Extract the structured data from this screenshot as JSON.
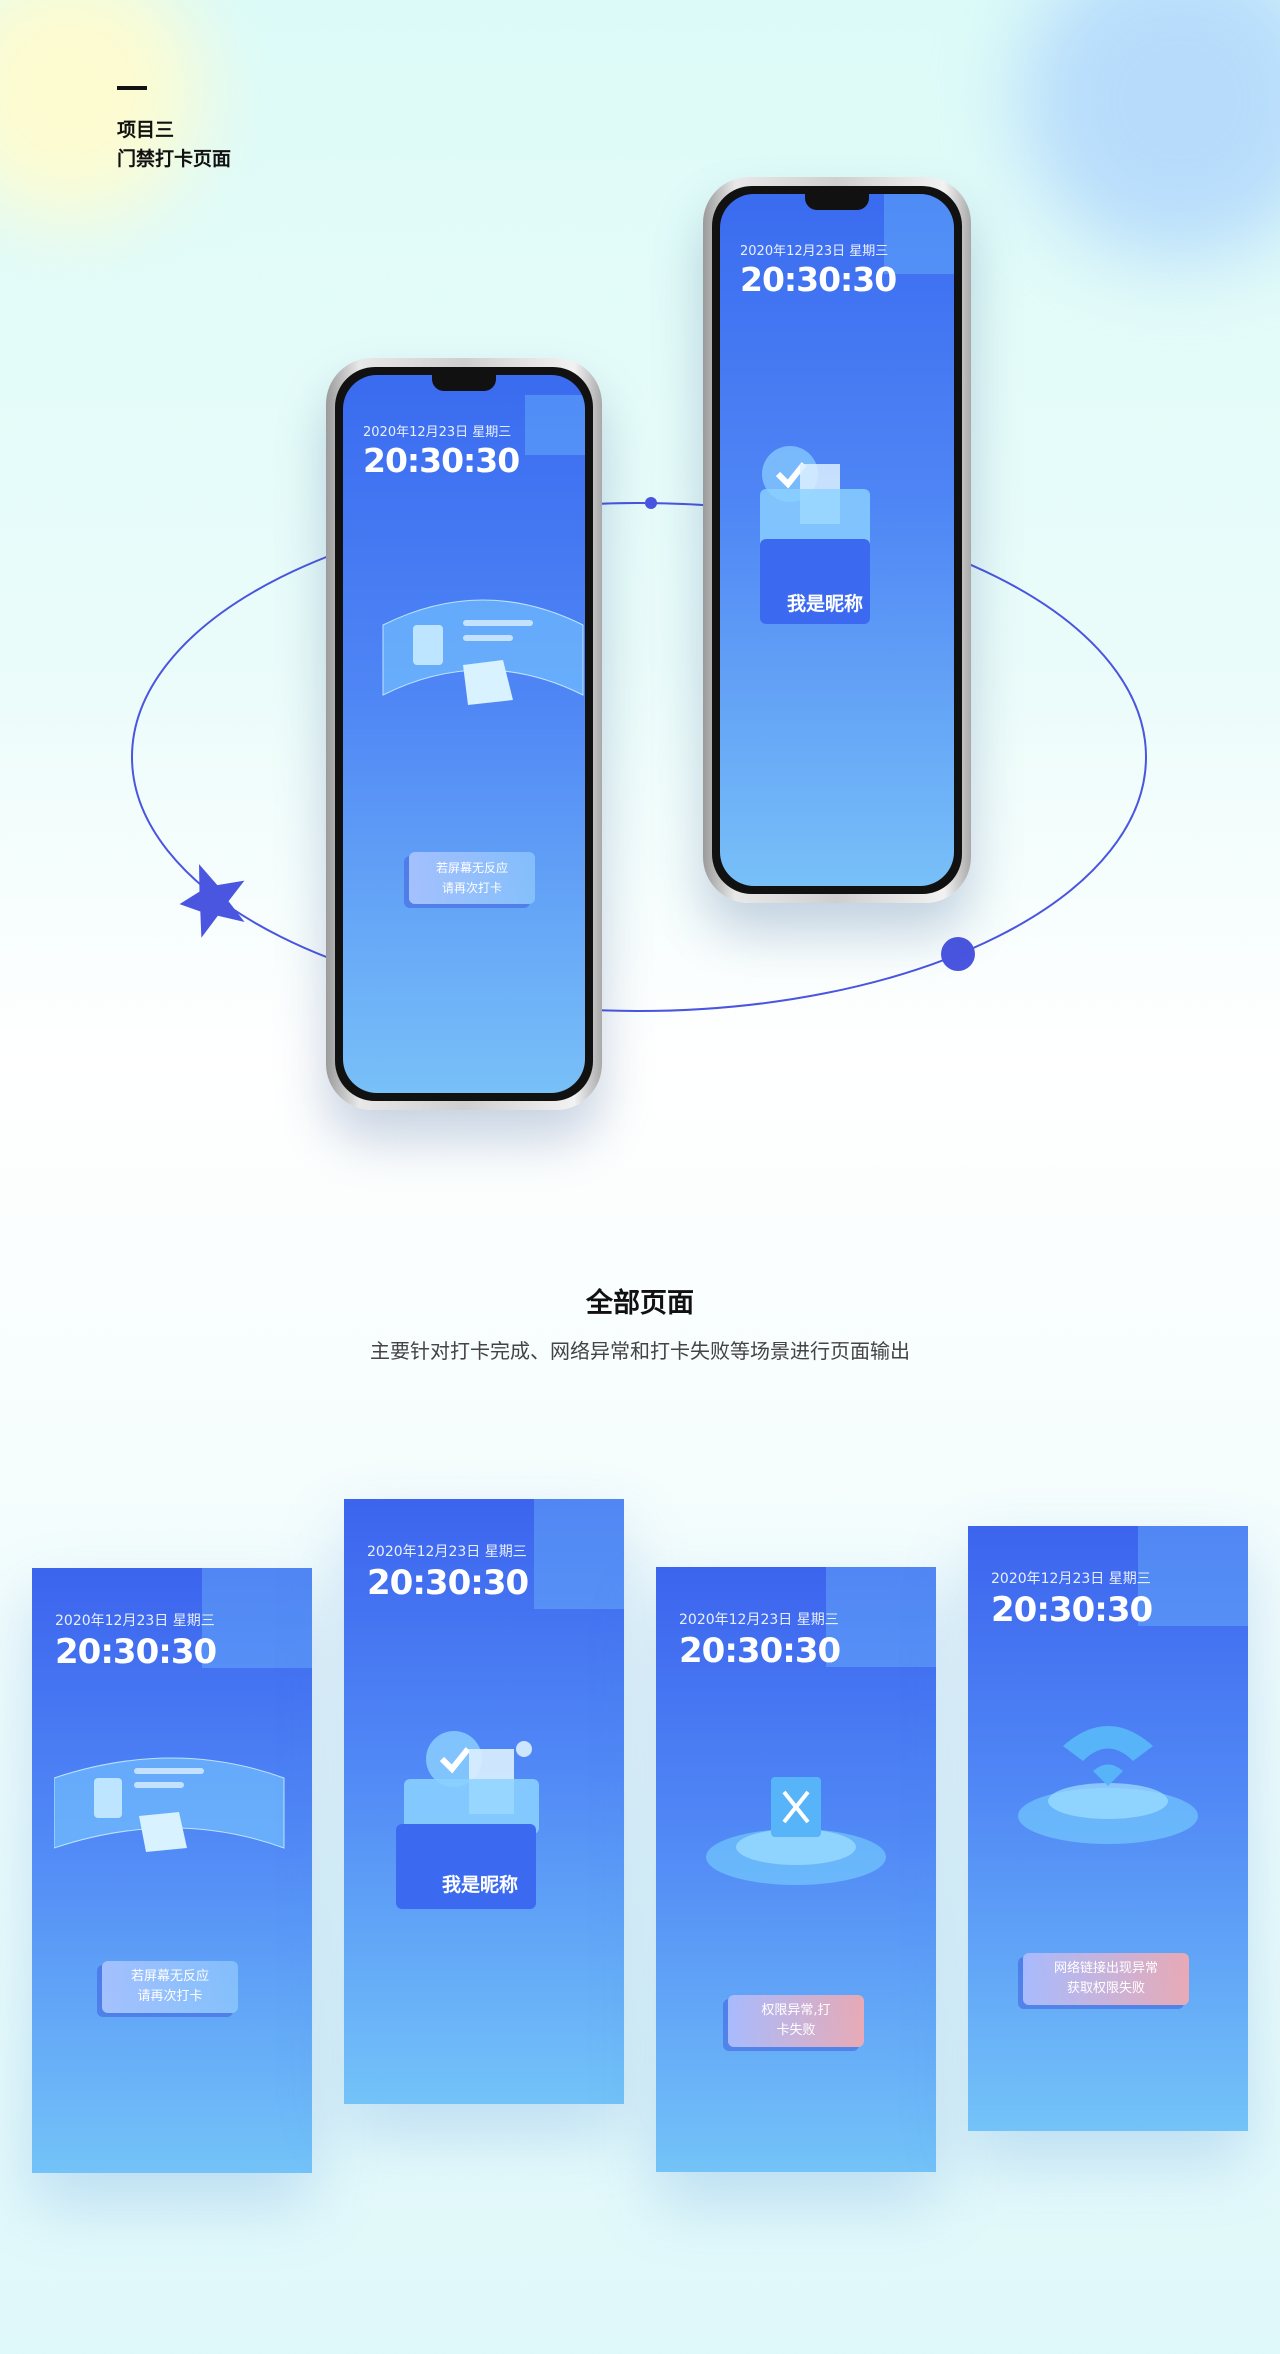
{
  "header": {
    "line1": "项目三",
    "line2": "门禁打卡页面"
  },
  "section": {
    "title": "全部页面",
    "subtitle": "主要针对打卡完成、网络异常和打卡失败等场景进行页面输出"
  },
  "screen": {
    "date": "2020年12月23日   星期三",
    "time": "20:30:30"
  },
  "messages": {
    "no_response": "若屏幕无反应\n请再次打卡",
    "nickname": "我是昵称",
    "permission_error": "权限异常,打\n卡失败",
    "network_error": "网络链接出现异常\n获取权限失败"
  },
  "colors": {
    "accent": "#3c5cf0",
    "screen_top": "#3c64ee",
    "screen_bottom": "#73c3f8",
    "orbit": "#4a55e0"
  }
}
